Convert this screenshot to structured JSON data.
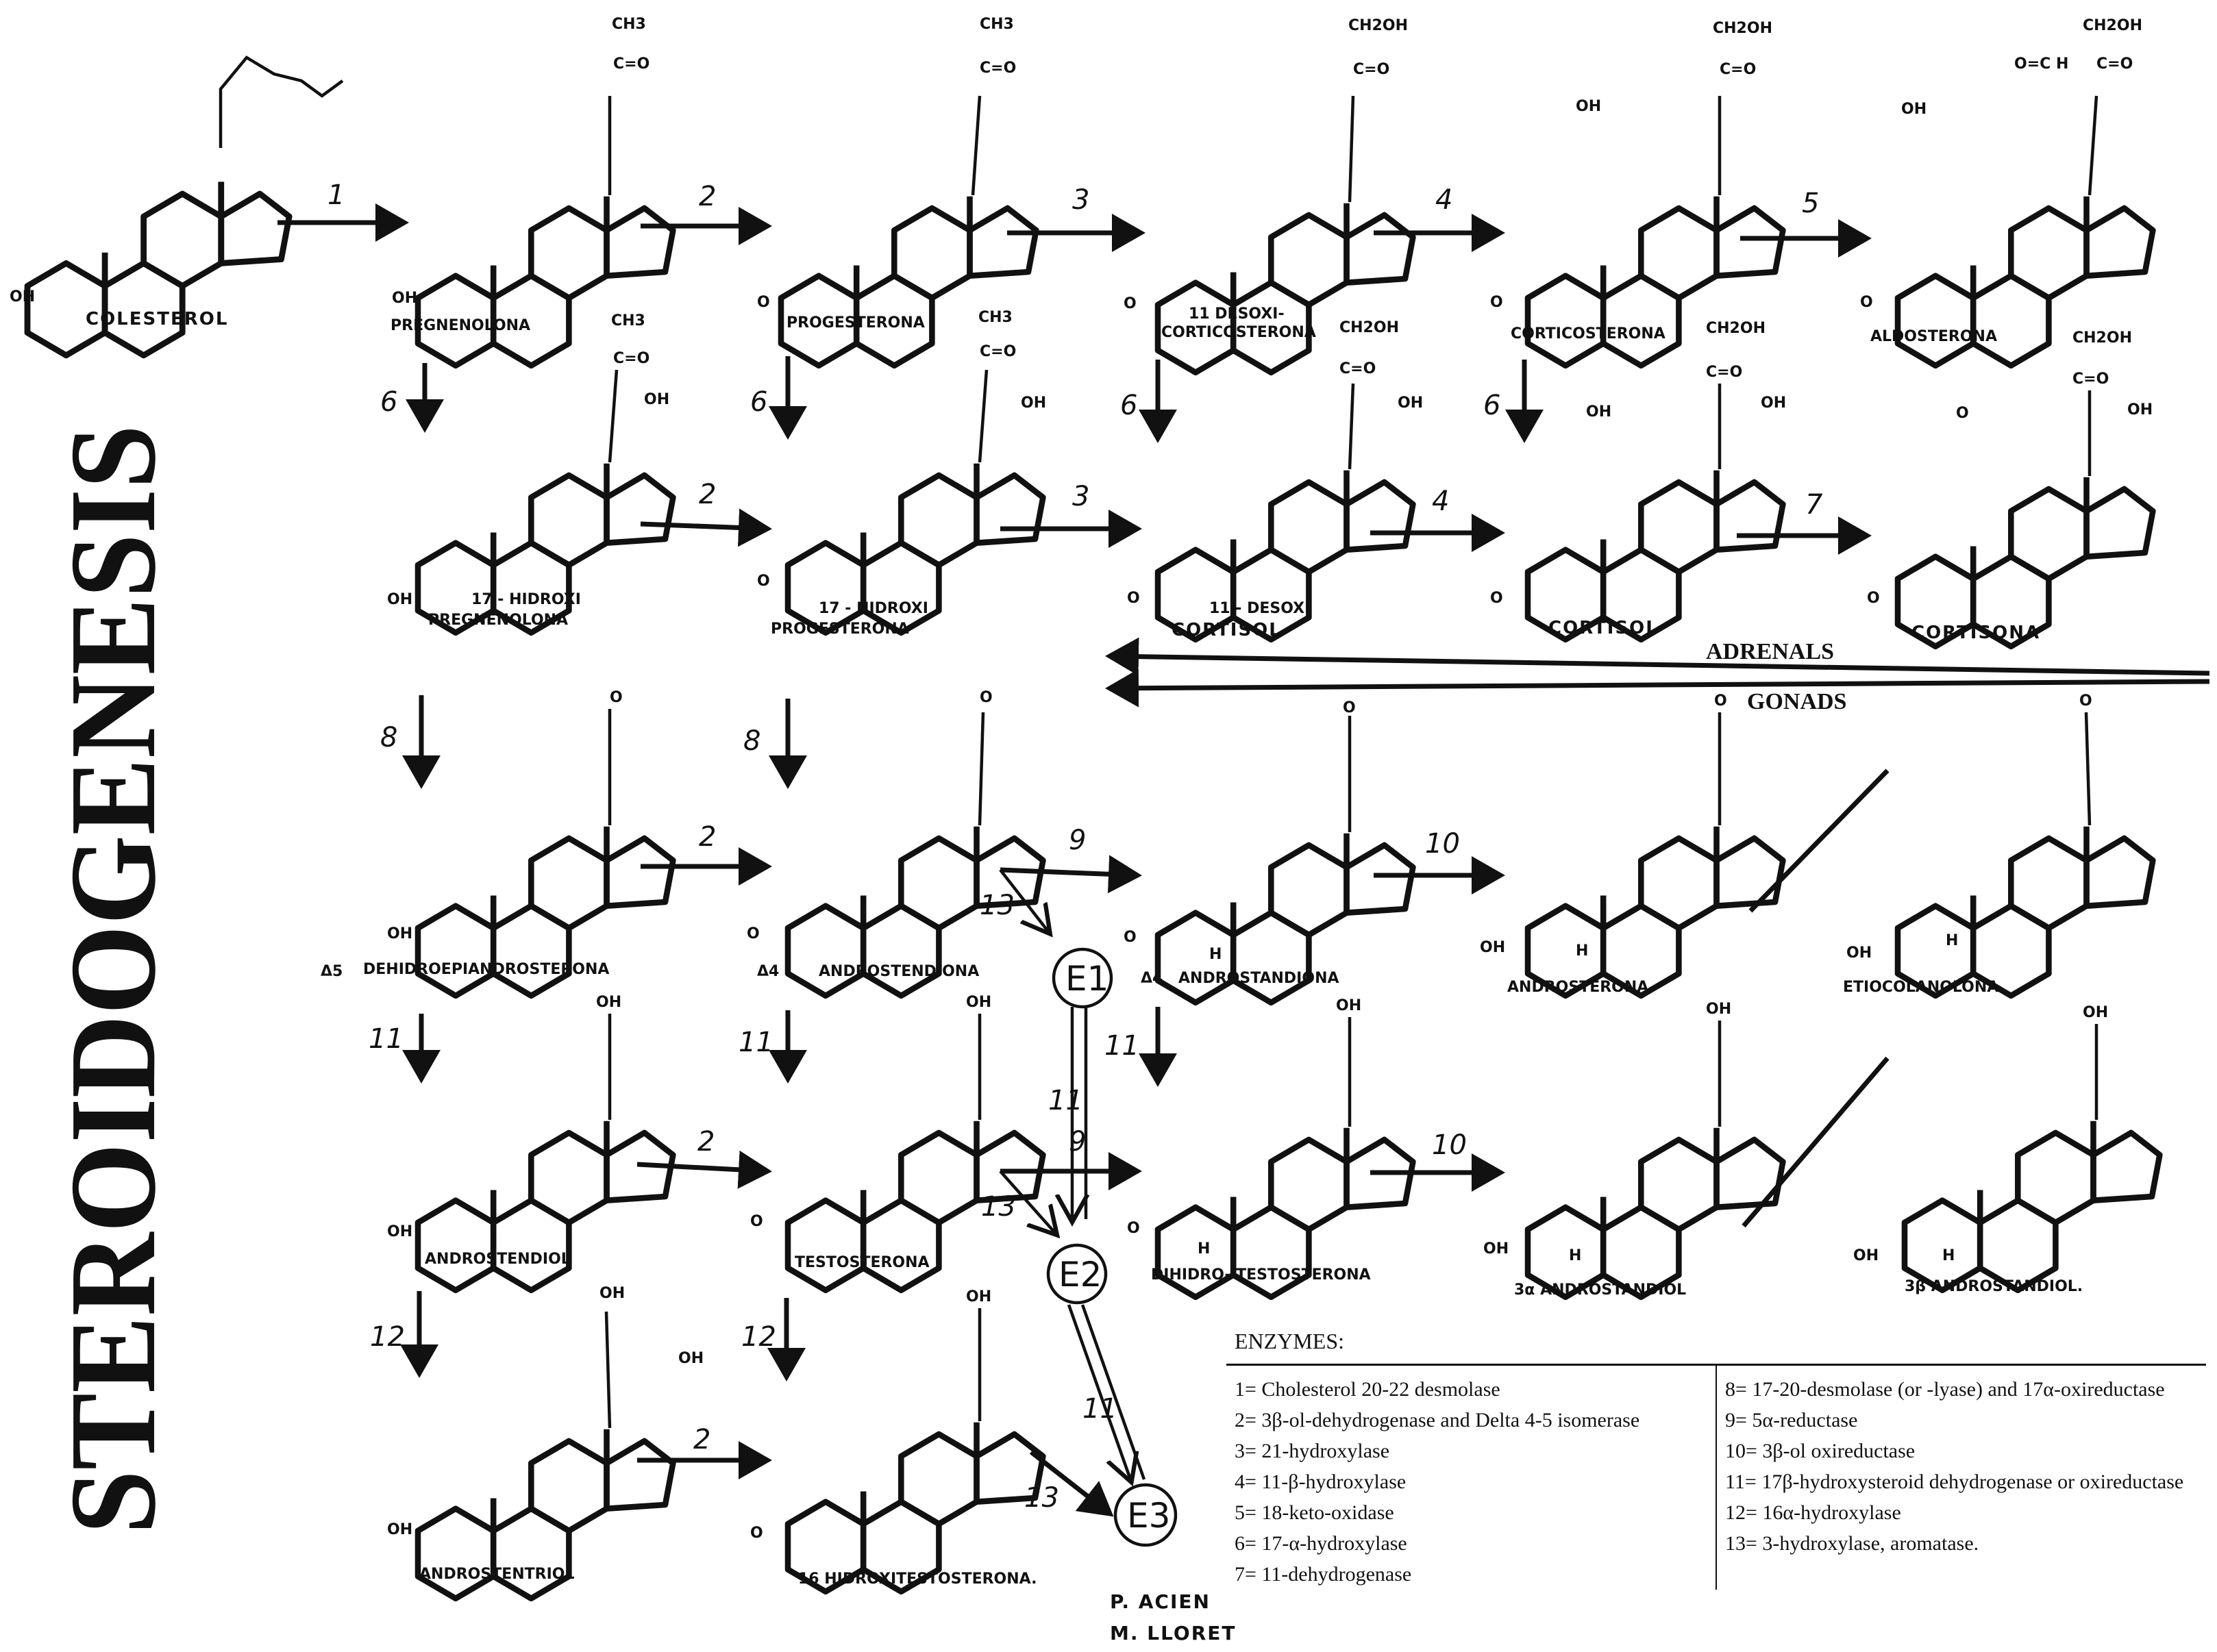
{
  "title": "STEROIDOGENESIS",
  "compounds": {
    "colesterol": "COLESTEROL",
    "pregnenolona": "PREGNENOLONA",
    "progesterona": "PROGESTERONA",
    "desoxicorticosterona_1": "11 DESOXI-",
    "desoxicorticosterona_2": "CORTICOSTERONA",
    "corticosterona": "CORTICOSTERONA",
    "aldosterona": "ALDOSTERONA",
    "hidroxipregnenolona_1": "17 - HIDROXI",
    "hidroxipregnenolona_2": "PREGNENOLONA",
    "hidroxiprogesterona_1": "17 - HIDROXI",
    "hidroxiprogesterona_2": "PROGESTERONA",
    "desoxicortisol_1": "11 - DESOXI",
    "desoxicortisol_2": "CORTISOL",
    "cortisol": "CORTISOL",
    "cortisona": "CORTISONA",
    "dhea": "DEHIDROEPIANDROSTERONA",
    "dhea_prefix": "Δ5",
    "androstendiona": "ANDROSTENDIONA",
    "androstendiona_prefix": "Δ4",
    "androstandiona": "ANDROSTANDIONA",
    "androstandiona_prefix": "Δ4",
    "androsterona": "ANDROSTERONA",
    "etiocolanolona": "ETIOCOLANOLONA",
    "androstendiol": "ANDROSTENDIOL",
    "testosterona": "TESTOSTERONA",
    "dihidrotestosterona": "DIHIDRO- TESTOSTERONA",
    "alfa_androstandiol": "3α ANDROSTANDIOL",
    "beta_androstandiol": "3β ANDROSTANDIOL.",
    "androstentriol": "ANDROSTENTRIOL",
    "hidroxitestosterona": "16 HIDROXITESTOSTERONA."
  },
  "atoms": {
    "ch3": "CH3",
    "ch2oh": "CH2OH",
    "co": "C=O",
    "oh": "OH",
    "o": "O",
    "h": "H",
    "ho_c_h": "O=C H"
  },
  "steps": [
    "1",
    "2",
    "3",
    "4",
    "5",
    "6",
    "7",
    "8",
    "9",
    "10",
    "11",
    "12",
    "13"
  ],
  "estrogens": [
    "E1",
    "E2",
    "E3"
  ],
  "bands": {
    "adrenals": "ADRENALS",
    "gonads": "GONADS"
  },
  "legend": {
    "heading": "ENZYMES:",
    "left": [
      {
        "num": "1=",
        "text": " Cholesterol 20-22 desmolase"
      },
      {
        "num": "2=",
        "text": " 3β-ol-dehydrogenase and Delta 4-5 isomerase"
      },
      {
        "num": "3=",
        "text": " 21-hydroxylase"
      },
      {
        "num": "4=",
        "text": " 11-β-hydroxylase"
      },
      {
        "num": "5=",
        "text": " 18-keto-oxidase"
      },
      {
        "num": "6=",
        "text": " 17-α-hydroxylase"
      },
      {
        "num": "7=",
        "text": " 11-dehydrogenase"
      }
    ],
    "right": [
      {
        "num": "8=",
        "text": " 17-20-desmolase (or -lyase) and 17α-oxireductase"
      },
      {
        "num": "9=",
        "text": " 5α-reductase"
      },
      {
        "num": "10=",
        "text": " 3β-ol oxireductase"
      },
      {
        "num": "11=",
        "text": " 17β-hydroxysteroid dehydrogenase or oxireductase"
      },
      {
        "num": "12=",
        "text": " 16α-hydroxylase"
      },
      {
        "num": "13=",
        "text": " 3-hydroxylase, aromatase."
      }
    ]
  },
  "authors": [
    "P. ACIEN",
    "M. LLORET"
  ]
}
